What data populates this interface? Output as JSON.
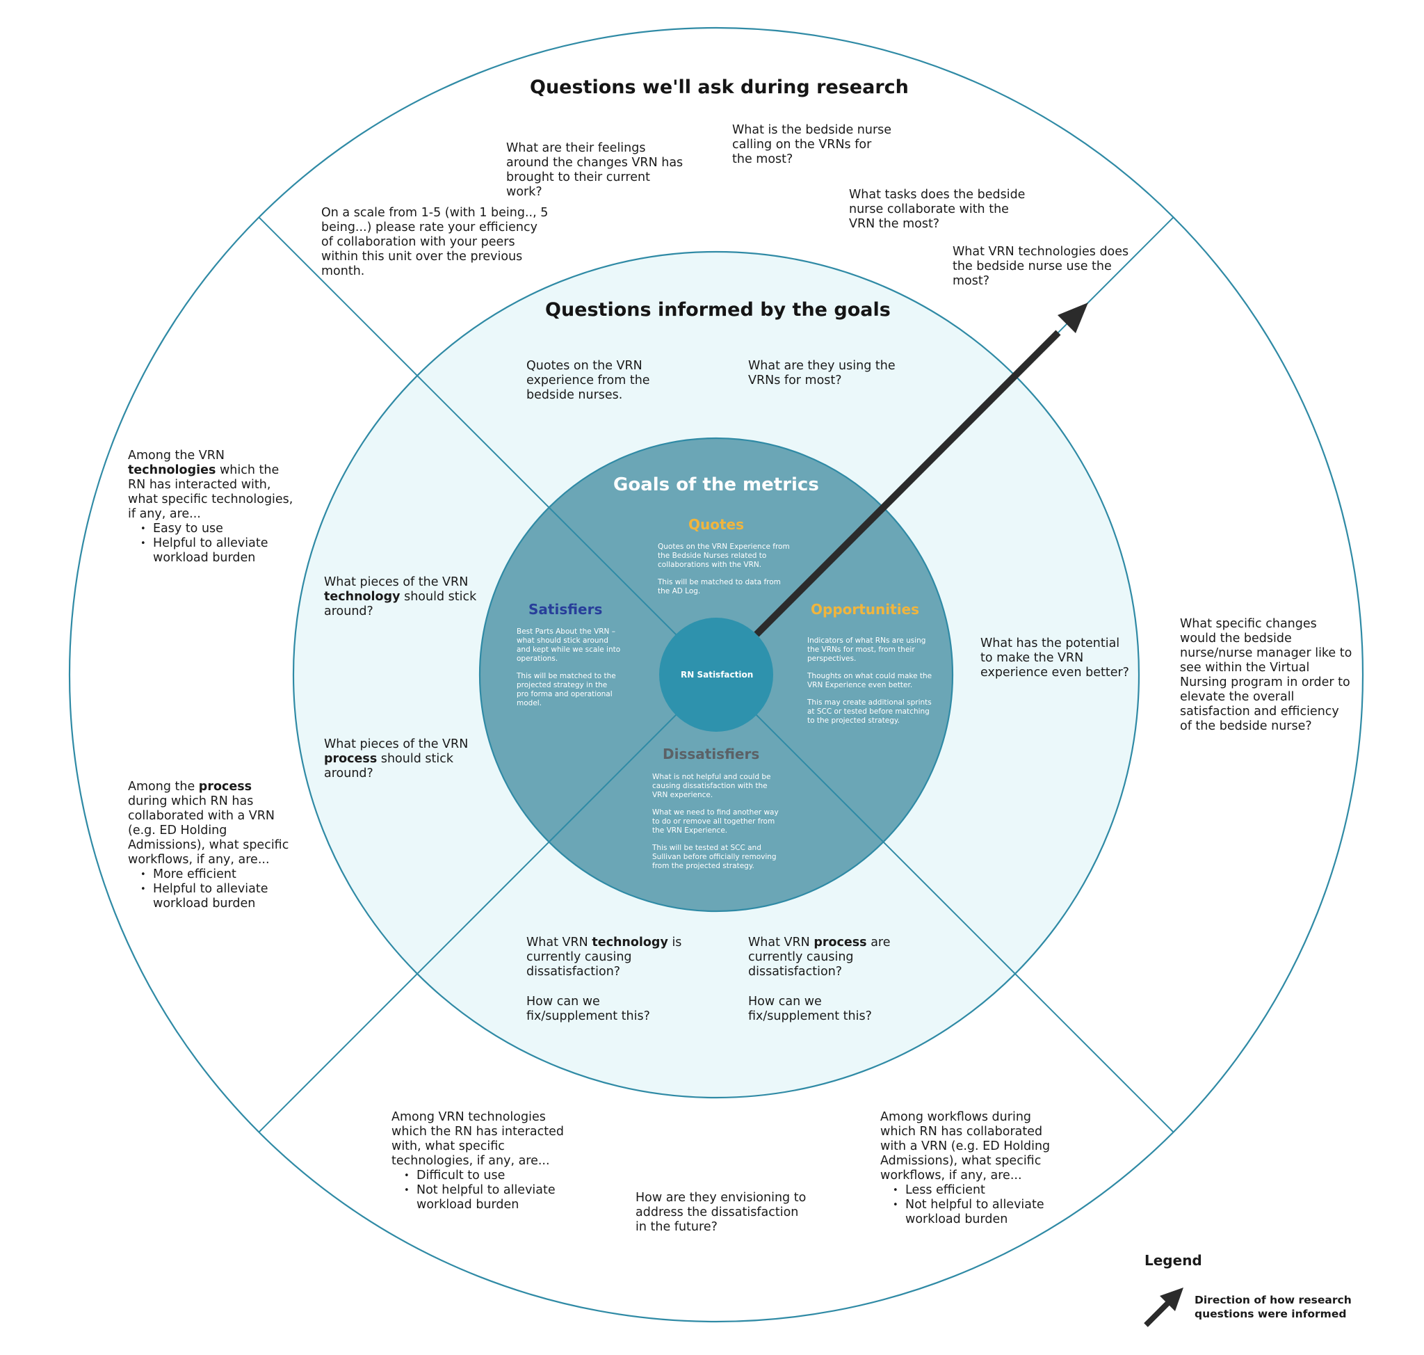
{
  "colors": {
    "ring": "#2f8aa5",
    "middle_fill": "#ebf8fa",
    "inner_fill": "#6ba6b6",
    "core_fill": "#2e92ad",
    "arrow": "#2b2b2b",
    "quotes": "#f1b53d",
    "opportunities": "#f1b53d",
    "satisfiers": "#283e9a",
    "dissatisfiers": "#5b6166"
  },
  "outer": {
    "title": "Questions we'll ask during research",
    "q_feelings": "What are their feelings around the changes VRN has brought to their current work?",
    "q_calling": "What is the bedside nurse calling on the VRNs for the most?",
    "q_tasks": "What tasks does the bedside nurse collaborate with the VRN the most?",
    "q_technologies": "What VRN technologies does the bedside nurse use the most?",
    "q_scale": "On a scale from 1-5 (with 1 being.., 5 being...) please rate your efficiency of collaboration with your peers within this unit over the previous month.",
    "left_tech": {
      "pre": "Among the VRN",
      "bold": "technologies",
      "post": "which the RN has interacted with, what specific technologies, if any, are...",
      "items": [
        "Easy to use",
        "Helpful to alleviate workload burden"
      ]
    },
    "left_process": {
      "pre": "Among the",
      "bold": "process",
      "post": "during which RN has collaborated with a VRN (e.g. ED Holding Admissions), what specific workflows, if any, are...",
      "items": [
        "More efficient",
        "Helpful to alleviate workload burden"
      ]
    },
    "right_changes": "What specific changes would the bedside nurse/nurse manager like to see within the Virtual Nursing program in order to elevate the overall satisfaction and efficiency of the bedside nurse?",
    "bottom_tech": {
      "text": "Among VRN technologies which the RN has interacted with, what specific technologies, if any, are...",
      "items": [
        "Difficult to use",
        "Not helpful to alleviate workload burden"
      ]
    },
    "bottom_future": "How are they envisioning to address the dissatisfaction in the future?",
    "bottom_workflows": {
      "text": "Among workflows during which RN has collaborated with a VRN (e.g. ED Holding Admissions), what specific workflows, if any, are...",
      "items": [
        "Less efficient",
        "Not helpful to alleviate workload burden"
      ]
    }
  },
  "middle": {
    "title": "Questions informed by the goals",
    "q_quotes": "Quotes on the VRN experience from the bedside nurses.",
    "q_using": "What are they using the VRNs for most?",
    "q_tech_stick": {
      "pre": "What pieces of the VRN",
      "bold": "technology",
      "post": "should stick around?"
    },
    "q_process_stick": {
      "pre": "What pieces of the VRN",
      "bold": "process",
      "post": "should stick around?"
    },
    "q_potential": "What has the potential to make the VRN experience even better?",
    "q_tech_dissat": {
      "pre": "What VRN",
      "bold": "technology",
      "post": "is currently causing dissatisfaction?",
      "fix": "How can we fix/supplement this?"
    },
    "q_process_dissat": {
      "pre": "What VRN",
      "bold": "process",
      "post": "are currently causing dissatisfaction?",
      "fix": "How can we fix/supplement this?"
    }
  },
  "inner": {
    "title": "Goals of the metrics",
    "quotes": {
      "label": "Quotes",
      "p1": "Quotes on the VRN Experience from the Bedside Nurses related to collaborations with the VRN.",
      "p2": "This will be matched to data from the AD Log."
    },
    "satisfiers": {
      "label": "Satisfiers",
      "p1": "Best Parts About the VRN – what should stick around and kept while we scale into operations.",
      "p2": "This will be matched to the projected strategy in the pro forma and operational model."
    },
    "opportunities": {
      "label": "Opportunities",
      "p1": "Indicators of what RNs are using the VRNs for most, from their perspectives.",
      "p2": "Thoughts on what could make the VRN Experience even better.",
      "p3": "This may create additional sprints at SCC or tested before matching to the projected strategy."
    },
    "dissatisfiers": {
      "label": "Dissatisfiers",
      "p1": "What is not helpful and could be causing dissatisfaction with the VRN experience.",
      "p2": "What we need to find another way to do or remove all together from the VRN Experience.",
      "p3": "This will be tested at SCC and Sullivan before officially removing from the projected strategy."
    },
    "core": "RN Satisfaction"
  },
  "legend": {
    "title": "Legend",
    "arrow_label": "Direction of how research questions were informed"
  }
}
